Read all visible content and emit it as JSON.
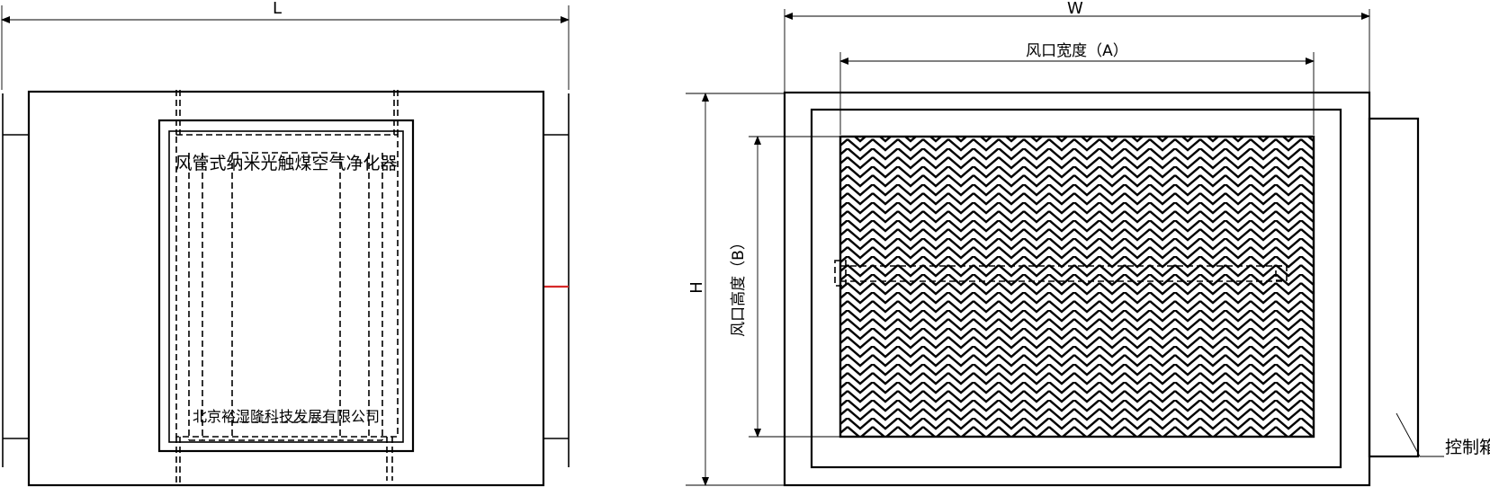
{
  "front_view": {
    "dim_length": "L",
    "label_product": "风管式纳米光触煤空气净化器",
    "label_company": "北京裕湿隆科技发展有限公司"
  },
  "side_view": {
    "dim_width": "W",
    "dim_height": "H",
    "dim_opening_width": "风口宽度（A）",
    "dim_opening_height": "风口高度（B）",
    "label_control_box": "控制箱"
  },
  "colors": {
    "line": "#000000",
    "background": "#ffffff",
    "accent": "#d62828"
  }
}
